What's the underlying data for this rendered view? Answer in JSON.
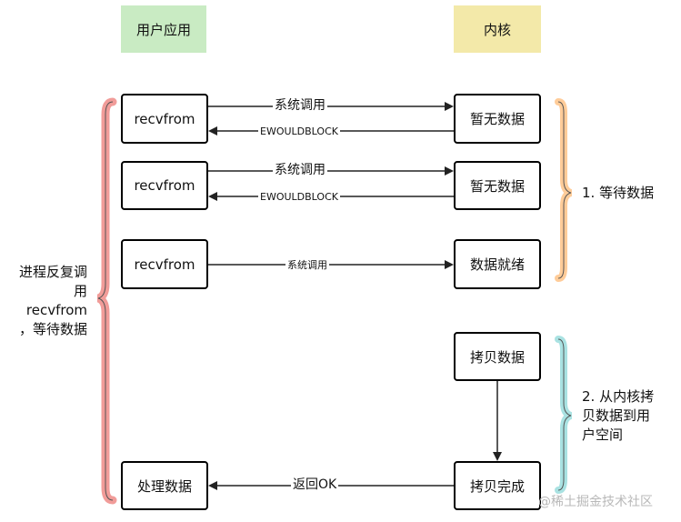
{
  "headers": {
    "user": "用户应用",
    "kernel": "内核"
  },
  "left_boxes": [
    "recvfrom",
    "recvfrom",
    "recvfrom",
    "处理数据"
  ],
  "right_boxes": [
    "暂无数据",
    "暂无数据",
    "数据就绪",
    "拷贝数据",
    "拷贝完成"
  ],
  "arrows": {
    "call_1": "系统调用",
    "ret_1": "EWOULDBLOCK",
    "call_2": "系统调用",
    "ret_2": "EWOULDBLOCK",
    "call_3": "系统调用",
    "ret_ok": "返回OK"
  },
  "left_note": [
    "进程反复调",
    "用",
    "recvfrom",
    "，等待数据"
  ],
  "phase_1": "1. 等待数据",
  "phase_2": [
    "2. 从内核拷",
    "贝数据到用",
    "户空间"
  ],
  "watermark": "@稀土掘金技术社区",
  "colors": {
    "user_header": "#d5e8d4",
    "kernel_header": "#fff2cc",
    "left_brace": "#f19c99",
    "phase1_brace": "#ffcc99",
    "phase2_brace": "#a9e2e2"
  }
}
